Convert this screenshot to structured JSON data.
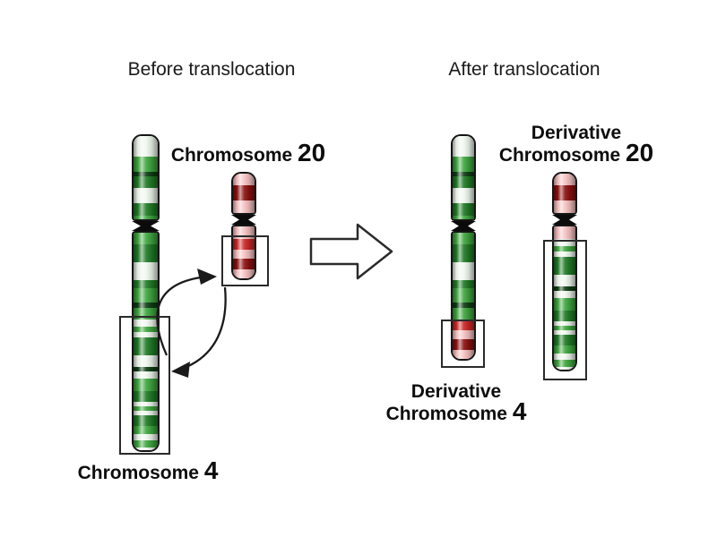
{
  "titles": {
    "before": "Before translocation",
    "after": "After translocation"
  },
  "labels": {
    "chr20": {
      "prefix": "Chromosome",
      "number": "20"
    },
    "chr4": {
      "prefix": "Chromosome",
      "number": "4"
    },
    "der20": {
      "line1": "Derivative",
      "prefix": "Chromosome",
      "number": "20"
    },
    "der4": {
      "line1": "Derivative",
      "prefix": "Chromosome",
      "number": "4"
    }
  },
  "colors": {
    "wt": "#eff8ee",
    "mg": "#3da53d",
    "dg": "#1f7a25",
    "vd": "#0e3d13",
    "lp": "#f7c1c1",
    "mr": "#cc2525",
    "dr": "#8c0f0f",
    "outline": "#151515",
    "centromere": "#0b0b0b",
    "box_stroke": "#2a2a2a",
    "arrow_stroke": "#1a1a1a",
    "block_arrow_fill": "#ffffff",
    "text": "#111111"
  },
  "band_patterns": {
    "chr4_p": [
      [
        23,
        "wt"
      ],
      [
        17,
        "mg"
      ],
      [
        5,
        "vd"
      ],
      [
        13,
        "dg"
      ],
      [
        17,
        "wt"
      ],
      [
        14,
        "dg"
      ],
      [
        8,
        "mg"
      ]
    ],
    "chr4_q_upper": [
      [
        13,
        "mg"
      ],
      [
        20,
        "dg"
      ],
      [
        20,
        "wt"
      ],
      [
        9,
        "dg"
      ],
      [
        16,
        "mg"
      ],
      [
        6,
        "vd"
      ],
      [
        13,
        "mg"
      ]
    ],
    "chr4_boxed": [
      [
        8,
        "wt"
      ],
      [
        6,
        "mg"
      ],
      [
        6,
        "wt"
      ],
      [
        20,
        "dg"
      ],
      [
        13,
        "wt"
      ],
      [
        5,
        "vd"
      ],
      [
        8,
        "wt"
      ],
      [
        14,
        "mg"
      ],
      [
        12,
        "dg"
      ],
      [
        5,
        "wt"
      ],
      [
        5,
        "mg"
      ],
      [
        5,
        "wt"
      ],
      [
        12,
        "dg"
      ],
      [
        9,
        "mg"
      ],
      [
        7,
        "wt"
      ],
      [
        8,
        "mg"
      ],
      [
        7,
        "wt"
      ]
    ],
    "chr20_p": [
      [
        13,
        "lp"
      ],
      [
        17,
        "dr"
      ],
      [
        18,
        "lp"
      ]
    ],
    "chr20_q_start": [
      [
        14,
        "lp"
      ]
    ],
    "chr20_boxed": [
      [
        12,
        "mr"
      ],
      [
        10,
        "lp"
      ],
      [
        12,
        "dr"
      ],
      [
        14,
        "lp"
      ]
    ]
  },
  "ideograms": {
    "chr4": {
      "name": "Chromosome 4",
      "arm1": [
        "chr4_p"
      ],
      "arm2": [
        "chr4_q_upper",
        "chr4_boxed"
      ]
    },
    "chr20": {
      "name": "Chromosome 20",
      "arm1": [
        "chr20_p"
      ],
      "arm2": [
        "chr20_q_start",
        "chr20_boxed"
      ]
    },
    "der4": {
      "name": "Derivative Chromosome 4",
      "arm1": [
        "chr4_p"
      ],
      "arm2": [
        "chr4_q_upper",
        "chr20_boxed"
      ]
    },
    "der20": {
      "name": "Derivative Chromosome 20",
      "arm1": [
        "chr20_p"
      ],
      "arm2": [
        "chr20_q_start",
        "chr4_boxed"
      ]
    }
  },
  "icons": {
    "transformation_arrow": "block-arrow-right-icon",
    "exchange_up": "curved-arrow-up-icon",
    "exchange_down": "curved-arrow-down-icon"
  }
}
